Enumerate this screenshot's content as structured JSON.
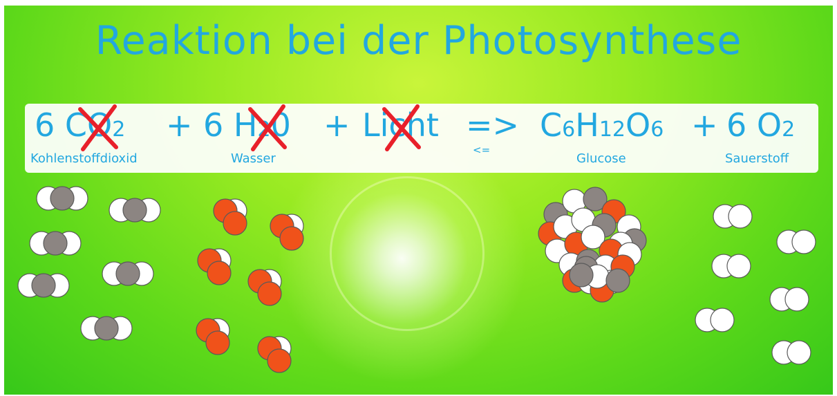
{
  "title": "Reaktion bei der Photosynthese",
  "equation": {
    "co2_coef": "6",
    "co2_formula": "CO",
    "co2_sub": "2",
    "plus1": "+",
    "h2o_coef": "6",
    "h2o_formula": "H",
    "h2o_sub": "2",
    "h2o_tail": "0",
    "plus2": "+",
    "light": "Licht",
    "arrow_forward": "=>",
    "arrow_back": "<=",
    "glucose_c": "C",
    "glucose_c_sub": "6",
    "glucose_h": "H",
    "glucose_h_sub": "12",
    "glucose_o": "O",
    "glucose_o_sub": "6",
    "plus3": "+",
    "o2_coef": "6",
    "o2_formula": "O",
    "o2_sub": "2"
  },
  "labels": {
    "co2": "Kohlenstoffdioxid",
    "h2o": "Wasser",
    "glucose": "Glucose",
    "o2": "Sauerstoff"
  },
  "colors": {
    "text": "#22a7e0",
    "cross": "#e8202a",
    "carbon": "#8c8582",
    "oxygen": "#ffffff",
    "hydrogen_red": "#f0521a"
  }
}
